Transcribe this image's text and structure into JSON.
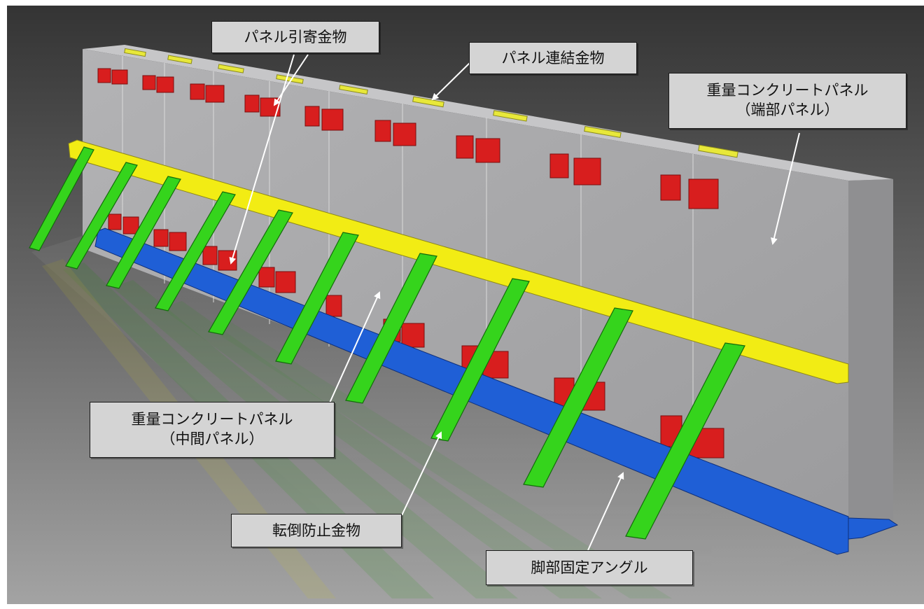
{
  "labels": {
    "panel_pull_fitting": "パネル引寄金物",
    "panel_joint_fitting": "パネル連結金物",
    "end_panel_line1": "重量コンクリートパネル",
    "end_panel_line2": "（端部パネル）",
    "middle_panel_line1": "重量コンクリートパネル",
    "middle_panel_line2": "（中間パネル）",
    "anti_tip_fitting": "転倒防止金物",
    "base_fixing_angle": "脚部固定アングル"
  },
  "colors": {
    "background_top": "#3b3b3b",
    "background_bottom": "#9a9a9a",
    "panel_face": "#a9a9ab",
    "panel_top": "#c9c9cb",
    "panel_end": "#8f8f91",
    "pull_fitting": "#d81e1e",
    "joint_fitting": "#e8e83a",
    "yellow_rail": "#f2ec14",
    "green_brace": "#35d41c",
    "blue_angle": "#1f5fd6",
    "arrow": "#ffffff",
    "callout_fill": "#d4d4d4"
  }
}
